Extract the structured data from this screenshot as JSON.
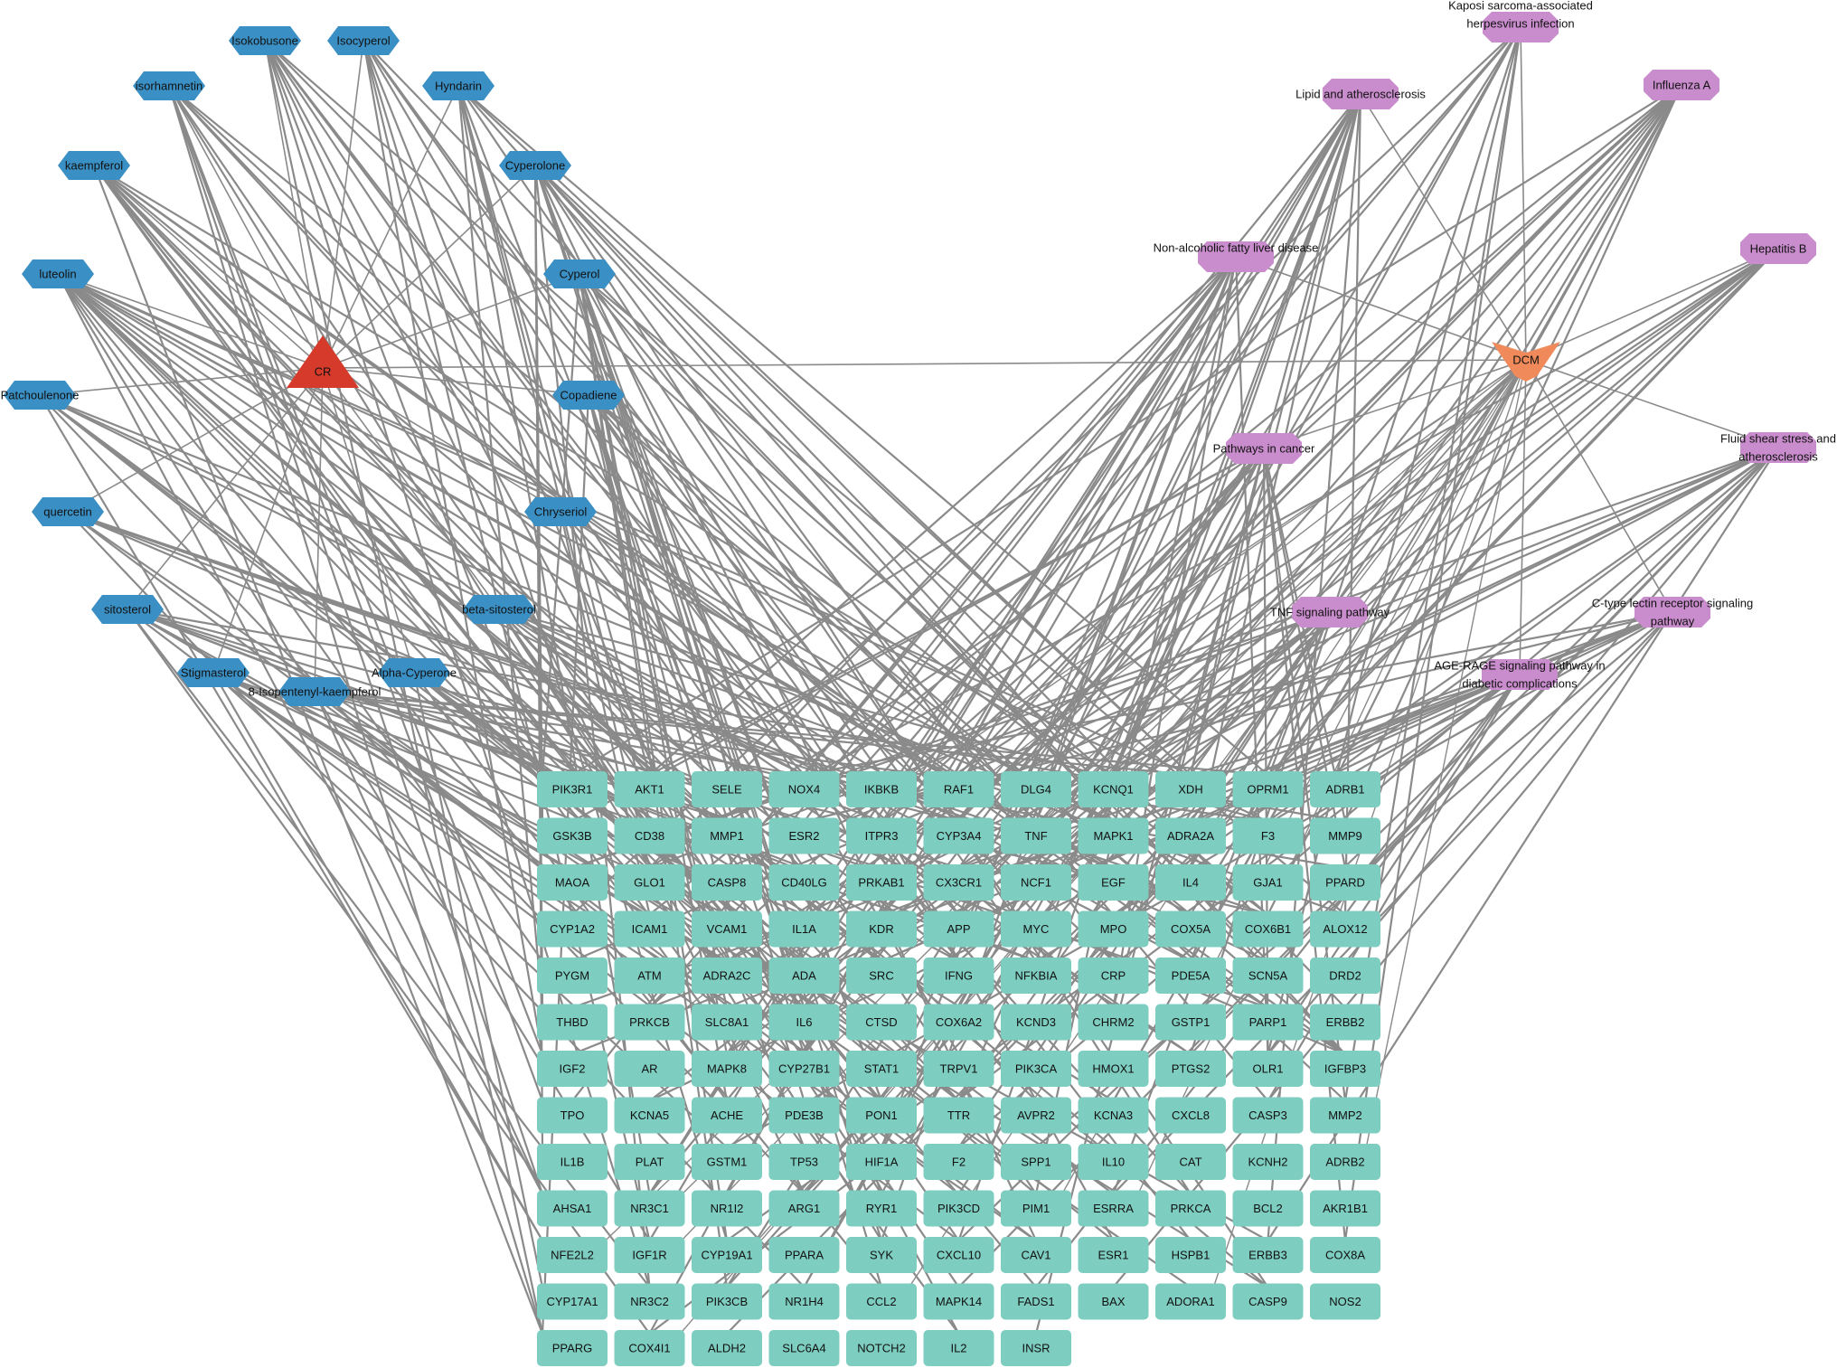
{
  "colors": {
    "edge": "#8a8a8a",
    "ingredient": "#3a8fc4",
    "herb": "#d63a2a",
    "disease": "#f08a5a",
    "pathway": "#c98ccc",
    "target": "#7dcdc0",
    "label": "#111111"
  },
  "herb": {
    "id": "CR",
    "label": "CR"
  },
  "disease": {
    "id": "DCM",
    "label": "DCM"
  },
  "ingredients": [
    {
      "id": "isokobusone",
      "label": "Isokobusone"
    },
    {
      "id": "isocyperol",
      "label": "Isocyperol"
    },
    {
      "id": "isorhamnetin",
      "label": "isorhamnetin"
    },
    {
      "id": "hyndarin",
      "label": "Hyndarin"
    },
    {
      "id": "kaempferol",
      "label": "kaempferol"
    },
    {
      "id": "cyperolone",
      "label": "Cyperolone"
    },
    {
      "id": "luteolin",
      "label": "luteolin"
    },
    {
      "id": "cyperol",
      "label": "Cyperol"
    },
    {
      "id": "patchoulenone",
      "label": "Patchoulenone"
    },
    {
      "id": "copadiene",
      "label": "Copadiene"
    },
    {
      "id": "quercetin",
      "label": "quercetin"
    },
    {
      "id": "chryseriol",
      "label": "Chryseriol"
    },
    {
      "id": "sitosterol",
      "label": "sitosterol"
    },
    {
      "id": "beta-sitosterol",
      "label": "beta-sitosterol"
    },
    {
      "id": "stigmasterol",
      "label": "Stigmasterol"
    },
    {
      "id": "alpha-cyperone",
      "label": "Alpha-Cyperone"
    },
    {
      "id": "8-isopentenyl-kaempferol",
      "label": "8-Isopentenyl-kaempferol"
    }
  ],
  "pathways": [
    {
      "id": "kaposi",
      "lines": [
        "Kaposi sarcoma-associated",
        "herpesvirus infection"
      ]
    },
    {
      "id": "lipid",
      "lines": [
        "Lipid and atherosclerosis"
      ]
    },
    {
      "id": "influenza",
      "lines": [
        "Influenza A"
      ]
    },
    {
      "id": "nafld",
      "lines": [
        "Non-alcoholic fatty liver disease"
      ]
    },
    {
      "id": "hepatitis",
      "lines": [
        "Hepatitis B"
      ]
    },
    {
      "id": "cancer",
      "lines": [
        "Pathways in cancer"
      ]
    },
    {
      "id": "fluid",
      "lines": [
        "Fluid shear stress and",
        "atherosclerosis"
      ]
    },
    {
      "id": "tnf",
      "lines": [
        "TNF signaling pathway"
      ]
    },
    {
      "id": "ctype",
      "lines": [
        "C-type lectin receptor signaling",
        "pathway"
      ]
    },
    {
      "id": "age",
      "lines": [
        "AGE-RAGE signaling pathway in",
        "diabetic complications"
      ]
    }
  ],
  "targets": [
    [
      "PIK3R1",
      "AKT1",
      "SELE",
      "NOX4",
      "IKBKB",
      "RAF1",
      "DLG4",
      "KCNQ1",
      "XDH",
      "OPRM1",
      "ADRB1"
    ],
    [
      "GSK3B",
      "CD38",
      "MMP1",
      "ESR2",
      "ITPR3",
      "CYP3A4",
      "TNF",
      "MAPK1",
      "ADRA2A",
      "F3",
      "MMP9"
    ],
    [
      "MAOA",
      "GLO1",
      "CASP8",
      "CD40LG",
      "PRKAB1",
      "CX3CR1",
      "NCF1",
      "EGF",
      "IL4",
      "GJA1",
      "PPARD"
    ],
    [
      "CYP1A2",
      "ICAM1",
      "VCAM1",
      "IL1A",
      "KDR",
      "APP",
      "MYC",
      "MPO",
      "COX5A",
      "COX6B1",
      "ALOX12"
    ],
    [
      "PYGM",
      "ATM",
      "ADRA2C",
      "ADA",
      "SRC",
      "IFNG",
      "NFKBIA",
      "CRP",
      "PDE5A",
      "SCN5A",
      "DRD2"
    ],
    [
      "THBD",
      "PRKCB",
      "SLC8A1",
      "IL6",
      "CTSD",
      "COX6A2",
      "KCND3",
      "CHRM2",
      "GSTP1",
      "PARP1",
      "ERBB2"
    ],
    [
      "IGF2",
      "AR",
      "MAPK8",
      "CYP27B1",
      "STAT1",
      "TRPV1",
      "PIK3CA",
      "HMOX1",
      "PTGS2",
      "OLR1",
      "IGFBP3"
    ],
    [
      "TPO",
      "KCNA5",
      "ACHE",
      "PDE3B",
      "PON1",
      "TTR",
      "AVPR2",
      "KCNA3",
      "CXCL8",
      "CASP3",
      "MMP2"
    ],
    [
      "IL1B",
      "PLAT",
      "GSTM1",
      "TP53",
      "HIF1A",
      "F2",
      "SPP1",
      "IL10",
      "CAT",
      "KCNH2",
      "ADRB2"
    ],
    [
      "AHSA1",
      "NR3C1",
      "NR1I2",
      "ARG1",
      "RYR1",
      "PIK3CD",
      "PIM1",
      "ESRRA",
      "PRKCA",
      "BCL2",
      "AKR1B1"
    ],
    [
      "NFE2L2",
      "IGF1R",
      "CYP19A1",
      "PPARA",
      "SYK",
      "CXCL10",
      "CAV1",
      "ESR1",
      "HSPB1",
      "ERBB3",
      "COX8A"
    ],
    [
      "CYP17A1",
      "NR3C2",
      "PIK3CB",
      "NR1H4",
      "CCL2",
      "MAPK14",
      "FADS1",
      "BAX",
      "ADORA1",
      "CASP9",
      "NOS2"
    ],
    [
      "PPARG",
      "COX4I1",
      "ALDH2",
      "SLC6A4",
      "NOTCH2",
      "IL2",
      "INSR"
    ]
  ]
}
